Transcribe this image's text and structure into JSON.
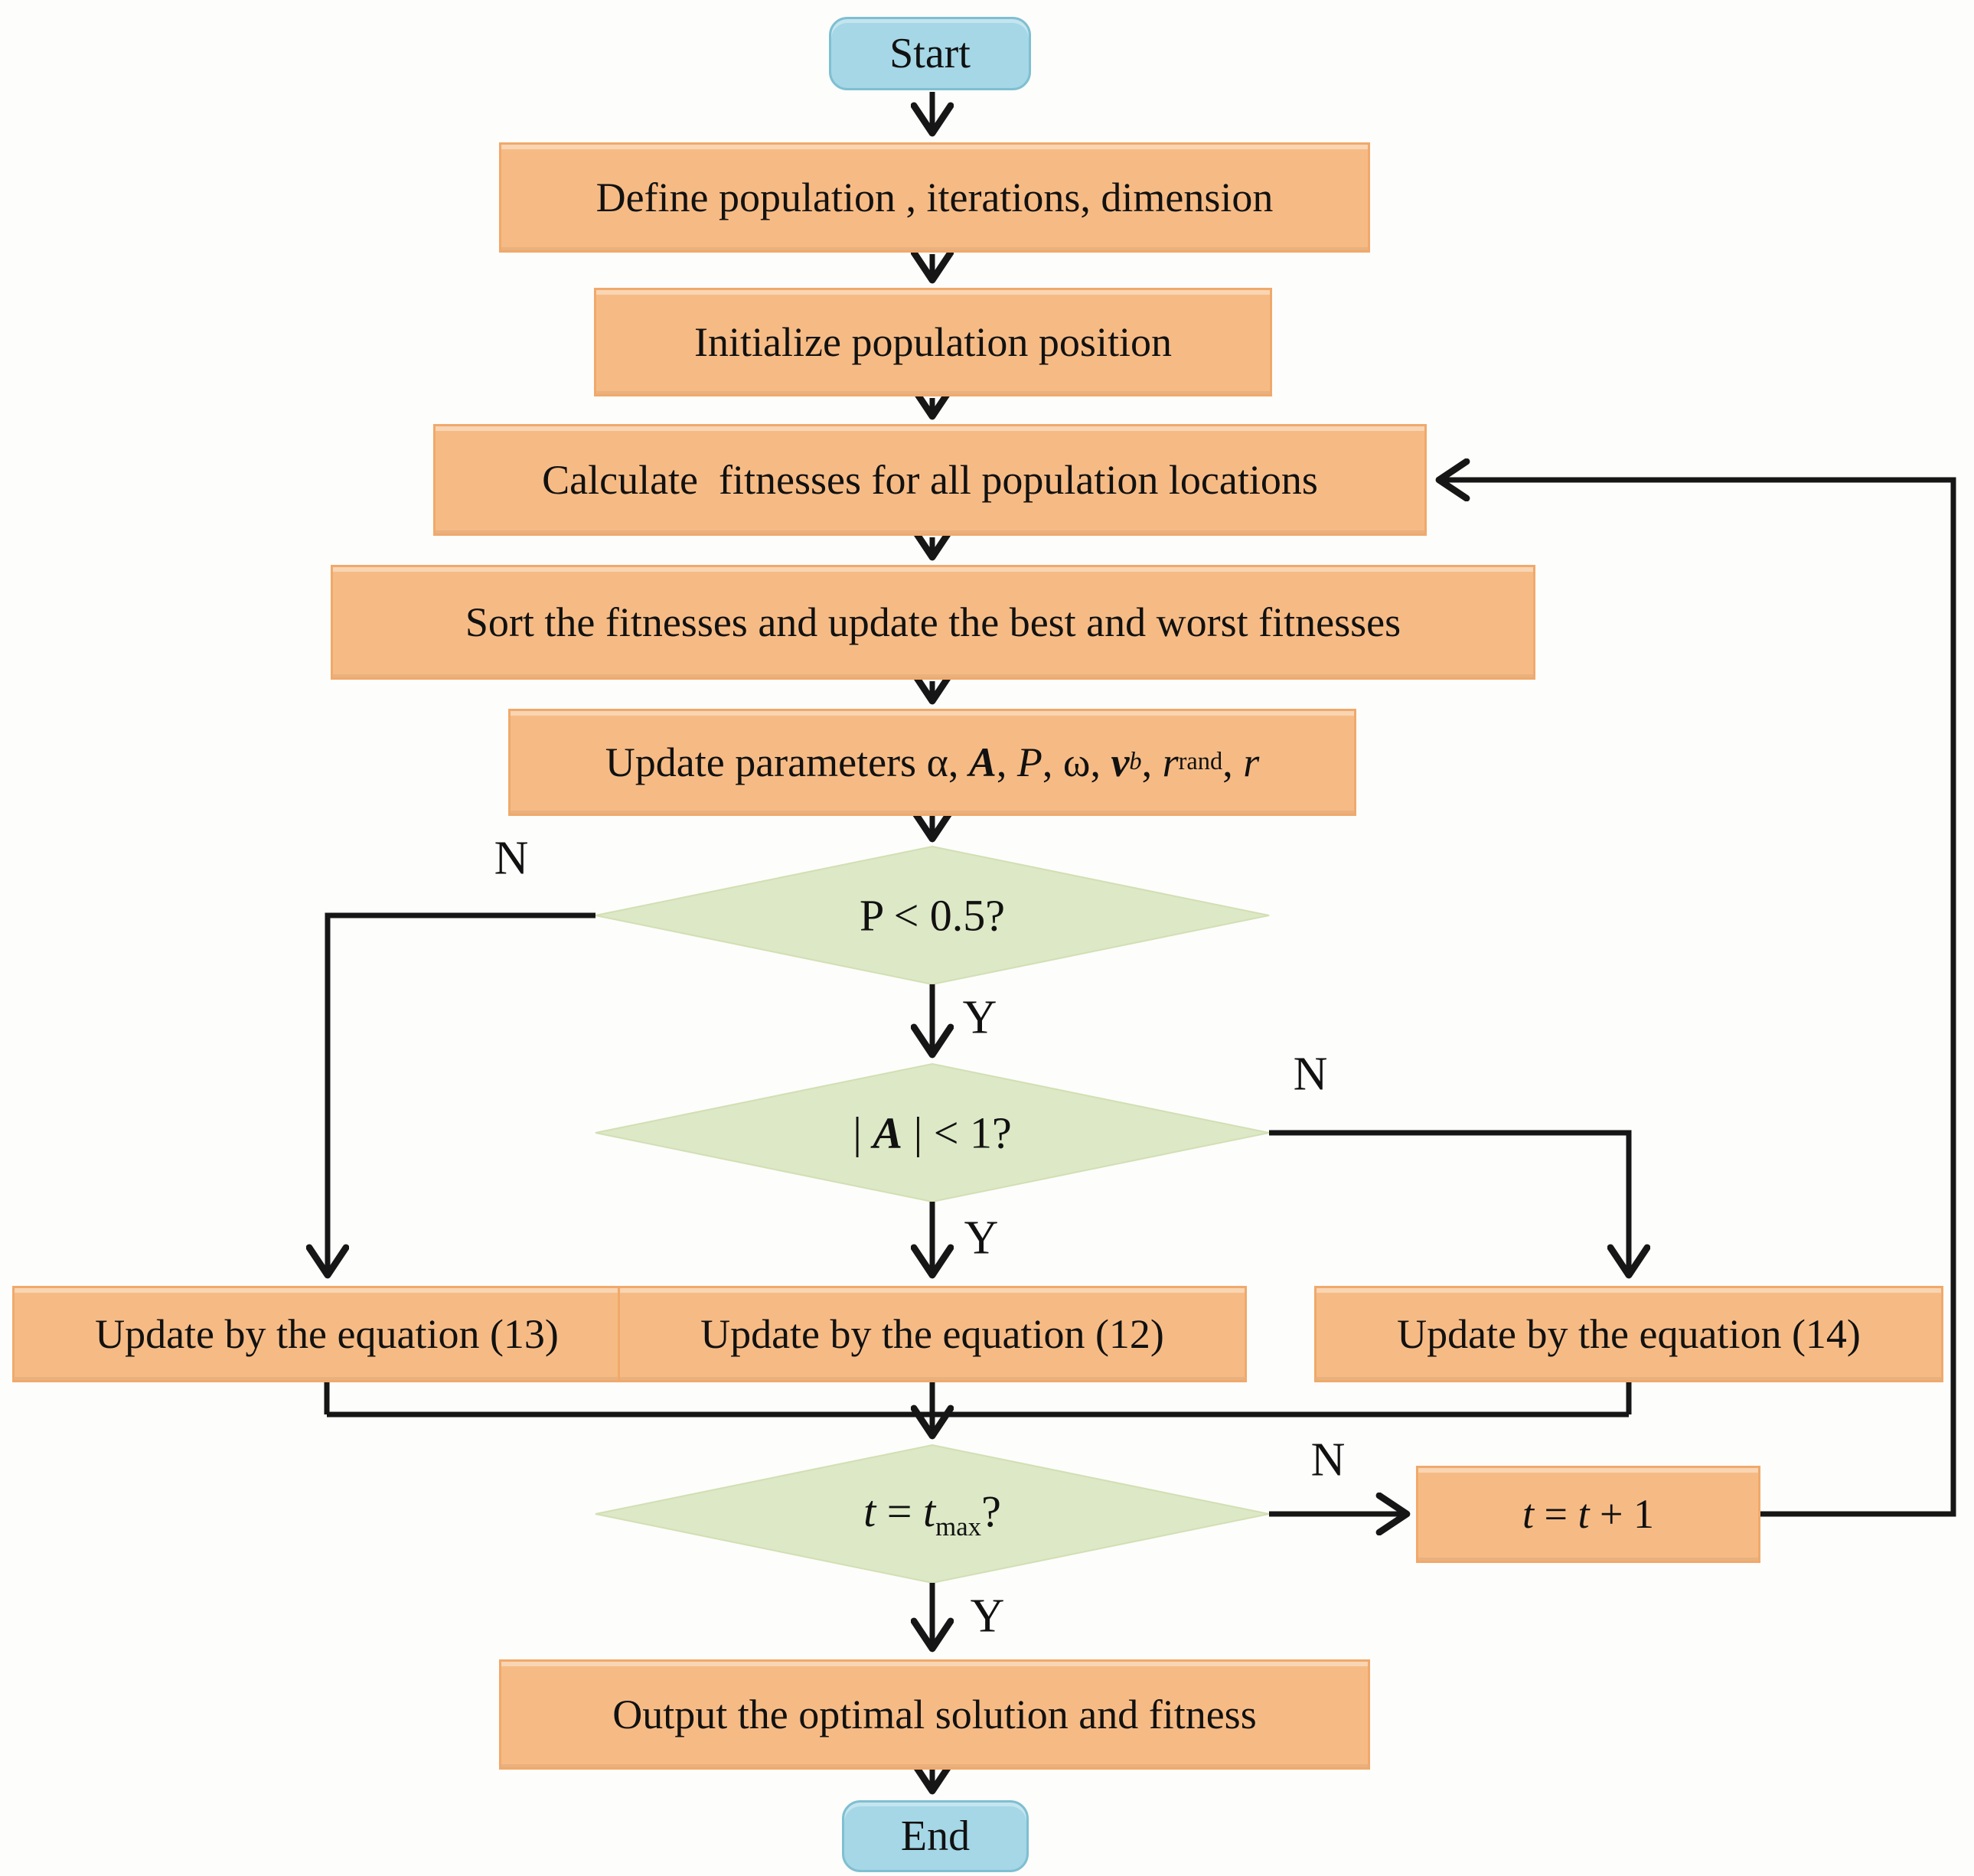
{
  "flowchart": {
    "nodes": {
      "start": {
        "label": "Start"
      },
      "define": {
        "label": "Define population , iterations, dimension"
      },
      "init": {
        "label": "Initialize population position"
      },
      "calc": {
        "label": "Calculate  fitnesses for all population locations"
      },
      "sort": {
        "label": "Sort the fitnesses and update the best and worst fitnesses"
      },
      "params": {
        "segments": [
          {
            "t": "Update parameters α, "
          },
          {
            "t": "A",
            "s": "bi"
          },
          {
            "t": ", "
          },
          {
            "t": "P",
            "s": "i"
          },
          {
            "t": ", ω, "
          },
          {
            "t": "v",
            "s": "bi"
          },
          {
            "t": "b",
            "s": "subi"
          },
          {
            "t": ", "
          },
          {
            "t": "r",
            "s": "i"
          },
          {
            "t": "rand",
            "s": "sub"
          },
          {
            "t": ", "
          },
          {
            "t": "r",
            "s": "i"
          }
        ]
      },
      "decision_p": {
        "label": "P < 0.5?"
      },
      "decision_a": {
        "segments": [
          {
            "t": "| "
          },
          {
            "t": "A",
            "s": "bi"
          },
          {
            "t": " | < 1?"
          }
        ]
      },
      "eq13": {
        "label": "Update by the equation (13)"
      },
      "eq12": {
        "label": "Update by the equation (12)"
      },
      "eq14": {
        "label": "Update by the equation (14)"
      },
      "decision_t": {
        "segments": [
          {
            "t": "t",
            "s": "i"
          },
          {
            "t": " = "
          },
          {
            "t": "t",
            "s": "i"
          },
          {
            "t": "max",
            "s": "sub"
          },
          {
            "t": "?"
          }
        ]
      },
      "titer": {
        "segments": [
          {
            "t": "t",
            "s": "i"
          },
          {
            "t": " = "
          },
          {
            "t": "t",
            "s": "i"
          },
          {
            "t": " + 1"
          }
        ]
      },
      "output": {
        "label": "Output the optimal solution and fitness"
      },
      "end": {
        "label": "End"
      }
    },
    "edge_labels": {
      "n1": "N",
      "y1": "Y",
      "n2": "N",
      "y2": "Y",
      "n3": "N",
      "y3": "Y"
    },
    "colors": {
      "process_fill": "#f6bb85",
      "process_border": "#f0a96b",
      "terminal_fill": "#a5d7e6",
      "terminal_border": "#7fbfd2",
      "decision_fill": "#dde8c6",
      "decision_border": "#d2dfb4",
      "line": "#161616",
      "text": "#111111"
    }
  }
}
